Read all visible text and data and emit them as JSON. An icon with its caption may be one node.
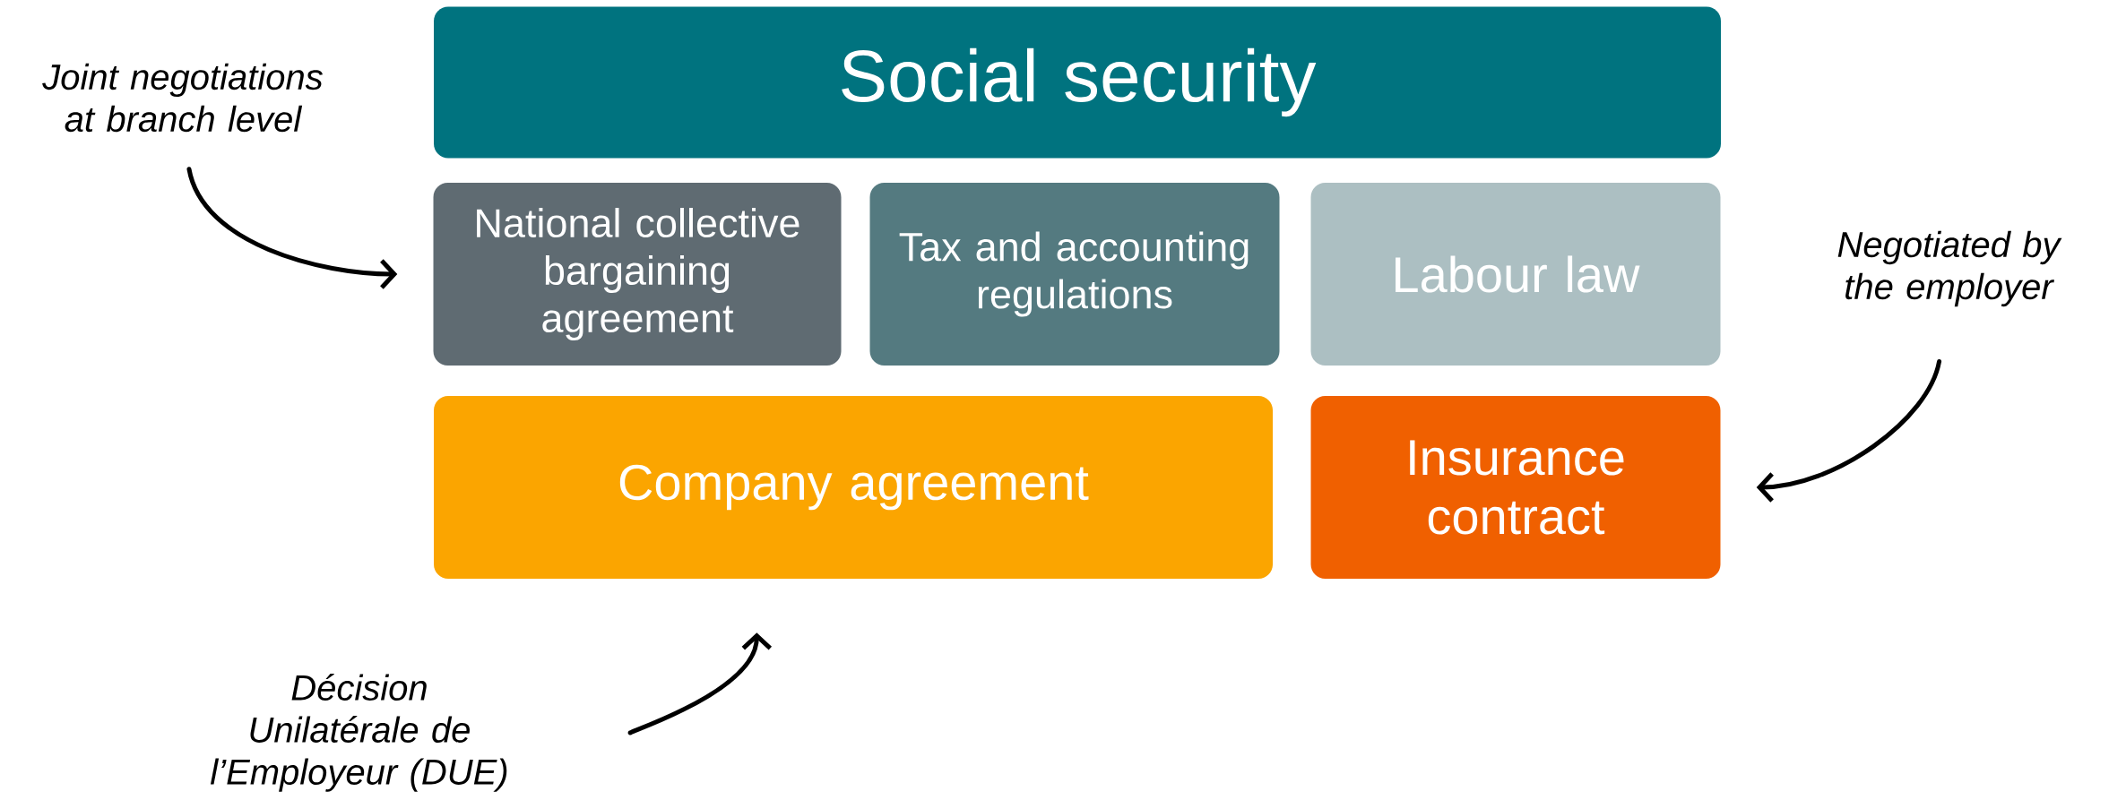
{
  "diagram": {
    "nodes": [
      {
        "text": [
          "Joint negotiations at branch level"
        ]
      },
      {
        "text": [
          "Social security"
        ]
      },
      {
        "text": [
          "National collective bargaining agreement"
        ]
      },
      {
        "text": [
          "Tax and accounting regulations"
        ]
      },
      {
        "text": [
          "Labour law"
        ]
      },
      {
        "text": [
          "Negotiated by the employer"
        ]
      },
      {
        "text": [
          "Company agreement"
        ]
      },
      {
        "text": [
          "Insurance contract"
        ]
      },
      {
        "text": [
          "Décision Unilatérale de l’Employeur (DUE)"
        ]
      }
    ],
    "edges": [
      {
        "from": 0,
        "to": 2,
        "arrow": "to"
      },
      {
        "from": 5,
        "to": 7,
        "arrow": "to"
      },
      {
        "from": 8,
        "to": 6,
        "arrow": "to"
      }
    ]
  }
}
